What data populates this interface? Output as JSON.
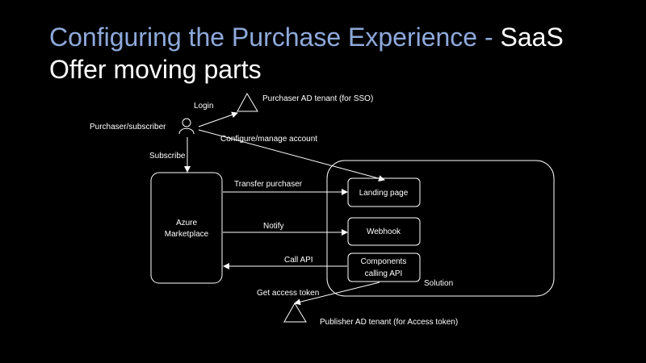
{
  "title": {
    "accent": "Configuring the Purchase Experience - ",
    "plain_line1": "SaaS",
    "plain_line2": "Offer moving parts"
  },
  "colors": {
    "background": "#000000",
    "accent": "#8ea9db",
    "foreground": "#ffffff"
  },
  "nodes": {
    "purchaser": "Purchaser/subscriber",
    "purchaser_ad": "Purchaser AD tenant (for SSO)",
    "azure_line1": "Azure",
    "azure_line2": "Marketplace",
    "landing": "Landing page",
    "webhook": "Webhook",
    "components_line1": "Components",
    "components_line2": "calling API",
    "solution": "Solution",
    "publisher_ad": "Publisher AD tenant (for Access token)"
  },
  "edges": {
    "login": "Login",
    "configure": "Configure/manage account",
    "subscribe": "Subscribe",
    "transfer": "Transfer purchaser",
    "notify": "Notify",
    "call_api": "Call API",
    "get_token": "Get access token"
  },
  "icons": {
    "person": "person-icon",
    "tenant": "triangle-icon"
  }
}
